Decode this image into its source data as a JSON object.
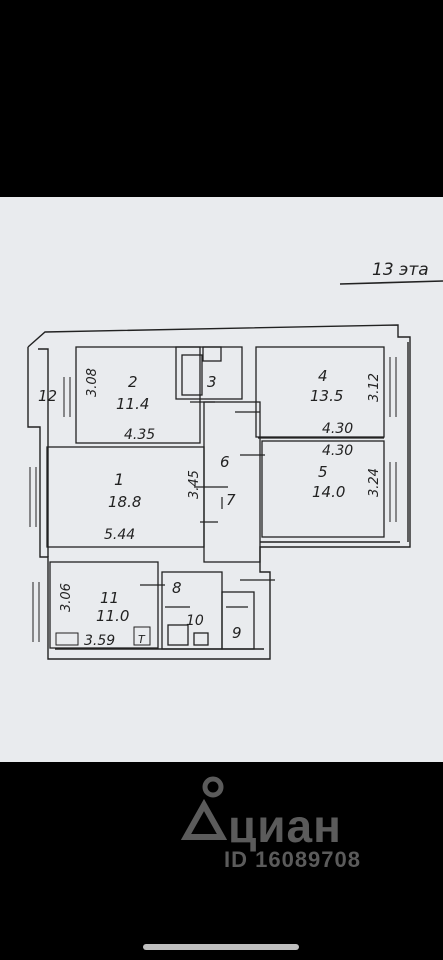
{
  "floor_label": "13 эта",
  "rooms": [
    {
      "num": "1",
      "area": "18.8"
    },
    {
      "num": "2",
      "area": "11.4"
    },
    {
      "num": "3"
    },
    {
      "num": "4",
      "area": "13.5"
    },
    {
      "num": "5",
      "area": "14.0"
    },
    {
      "num": "6"
    },
    {
      "num": "7"
    },
    {
      "num": "8"
    },
    {
      "num": "9"
    },
    {
      "num": "10"
    },
    {
      "num": "11",
      "area": "11.0"
    },
    {
      "num": "12"
    }
  ],
  "dimensions": {
    "room2_side": "3.08",
    "room2_width": "4.35",
    "room4_side": "3.12",
    "room4_width": "4.30",
    "room5_width": "4.30",
    "room5_side": "3.24",
    "room1_side": "3.45",
    "room1_width": "5.44",
    "room11_side": "3.06",
    "room11_width": "3.59",
    "room11_fixture": "T"
  },
  "watermark": {
    "brand": "циан",
    "id_text": "ID 16089708"
  },
  "colors": {
    "background": "#000000",
    "paper": "#e9ebee",
    "ink": "#222222",
    "watermark": "#5b5b5b"
  }
}
